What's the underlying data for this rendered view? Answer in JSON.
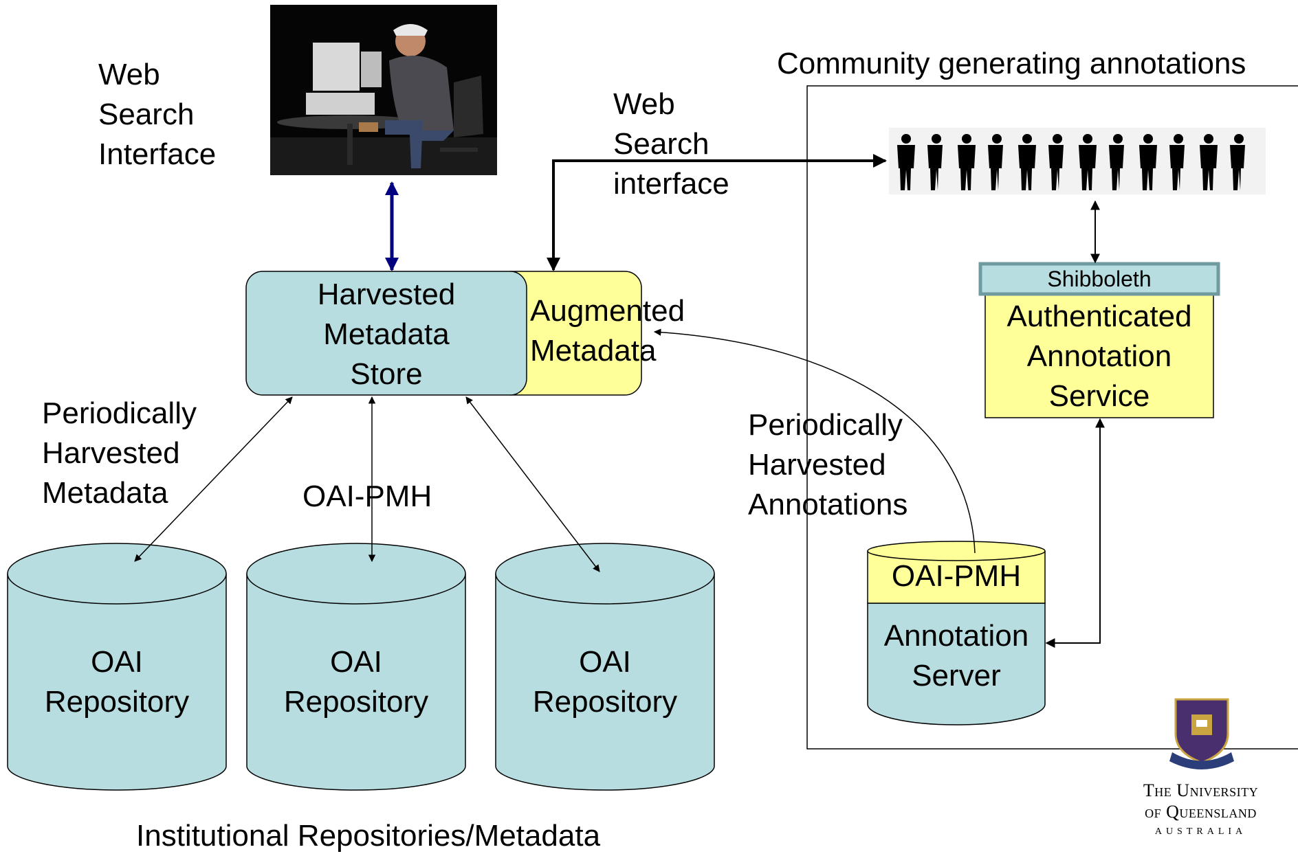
{
  "labels": {
    "web_search_interface_left": [
      "Web",
      "Search",
      "Interface"
    ],
    "web_search_interface_top": [
      "Web",
      "Search",
      "interface"
    ],
    "community_title": "Community generating annotations",
    "harvested_store": [
      "Harvested",
      "Metadata",
      "Store"
    ],
    "augmented": [
      "Augmented",
      "Metadata"
    ],
    "shibboleth": "Shibboleth",
    "auth_service": [
      "Authenticated",
      "Annotation",
      "Service"
    ],
    "periodically_metadata": [
      "Periodically",
      "Harvested",
      "Metadata"
    ],
    "oai_pmh_center": "OAI-PMH",
    "periodically_annotations": [
      "Periodically",
      "Harvested",
      "Annotations"
    ],
    "annotation_oai_pmh": "OAI-PMH",
    "annotation_server": [
      "Annotation",
      "Server"
    ],
    "repositories": [
      [
        "OAI",
        "Repository"
      ],
      [
        "OAI",
        "Repository"
      ],
      [
        "OAI",
        "Repository"
      ]
    ],
    "footer": "Institutional Repositories/Metadata",
    "university_name": [
      "The University",
      "of Queensland"
    ],
    "university_country": "AUSTRALIA"
  },
  "icons": {
    "photo": "person-at-computer-photo",
    "community": "people-group-icon",
    "crest": "university-crest-logo"
  },
  "colors": {
    "repository_fill": "#b7dde0",
    "store_fill": "#b7dde0",
    "augmented_fill": "#ffff99",
    "shibboleth_fill": "#b7dde0",
    "shibboleth_border": "#6f9aa0",
    "auth_fill": "#ffff99",
    "annotation_top_fill": "#ffff99",
    "annotation_body_fill": "#b7dde0",
    "blue_arrow": "#000080"
  }
}
